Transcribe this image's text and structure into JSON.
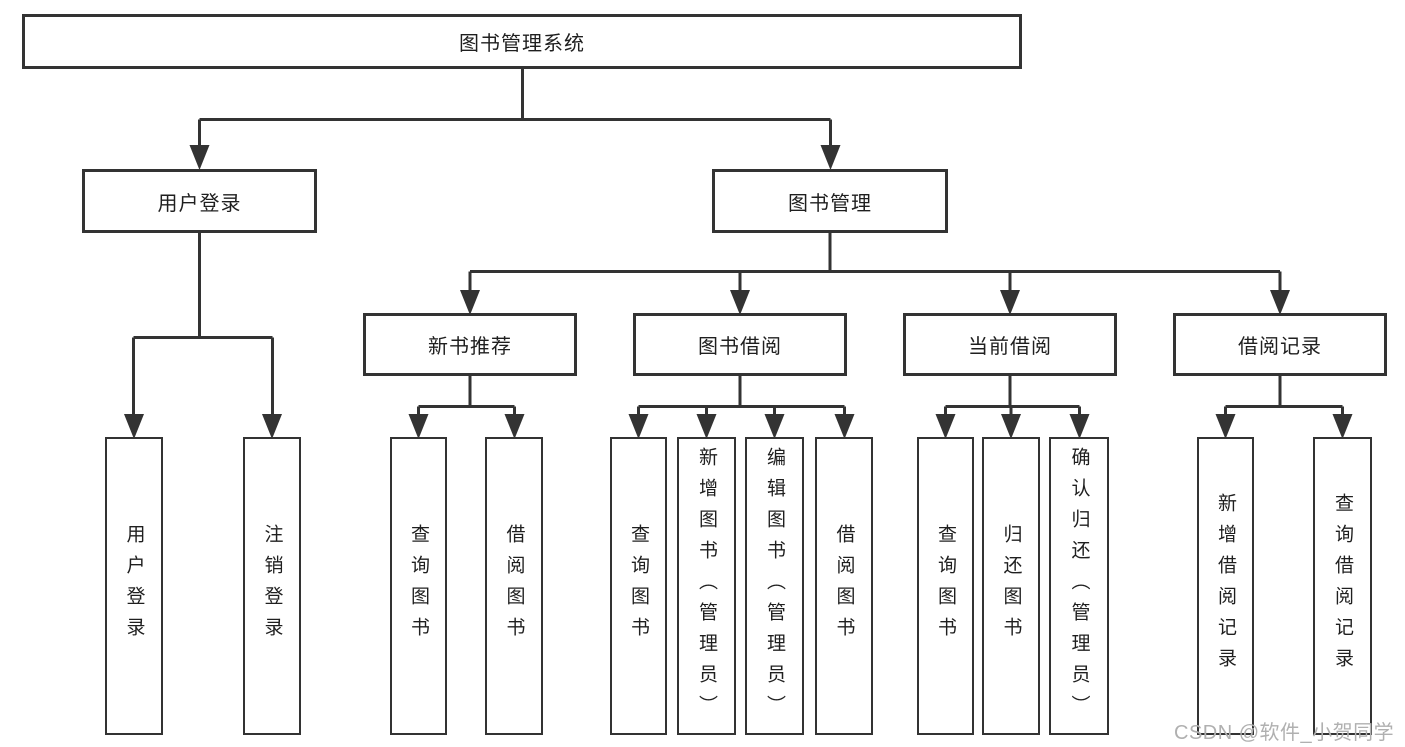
{
  "colors": {
    "line": "#333333",
    "box_border": "#333333",
    "text": "#1f1f1f",
    "watermark": "#b0b0b0",
    "background": "#ffffff"
  },
  "diagram": {
    "root": {
      "label": "图书管理系统"
    },
    "branches": [
      {
        "label": "用户登录",
        "children": [
          {
            "label": "用户登录"
          },
          {
            "label": "注销登录"
          }
        ]
      },
      {
        "label": "图书管理",
        "groups": [
          {
            "label": "新书推荐",
            "children": [
              {
                "label": "查询图书"
              },
              {
                "label": "借阅图书"
              }
            ]
          },
          {
            "label": "图书借阅",
            "children": [
              {
                "label": "查询图书"
              },
              {
                "label": "新增图书（管理员）"
              },
              {
                "label": "编辑图书（管理员）"
              },
              {
                "label": "借阅图书"
              }
            ]
          },
          {
            "label": "当前借阅",
            "children": [
              {
                "label": "查询图书"
              },
              {
                "label": "归还图书"
              },
              {
                "label": "确认归还（管理员）"
              }
            ]
          },
          {
            "label": "借阅记录",
            "children": [
              {
                "label": "新增借阅记录"
              },
              {
                "label": "查询借阅记录"
              }
            ]
          }
        ]
      }
    ]
  },
  "watermark": {
    "text": "CSDN @软件_小贺同学"
  }
}
